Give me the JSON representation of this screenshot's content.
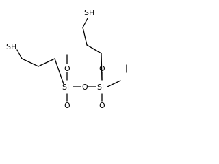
{
  "molecule": {
    "atoms": {
      "sh_left": "SH",
      "sh_right": "SH",
      "si_left": "Si",
      "si_right": "Si",
      "o_bridge": "O",
      "o_si_left_top": "O",
      "o_si_left_bottom": "O",
      "o_si_right_top": "O",
      "o_si_right_bottom": "O"
    }
  }
}
